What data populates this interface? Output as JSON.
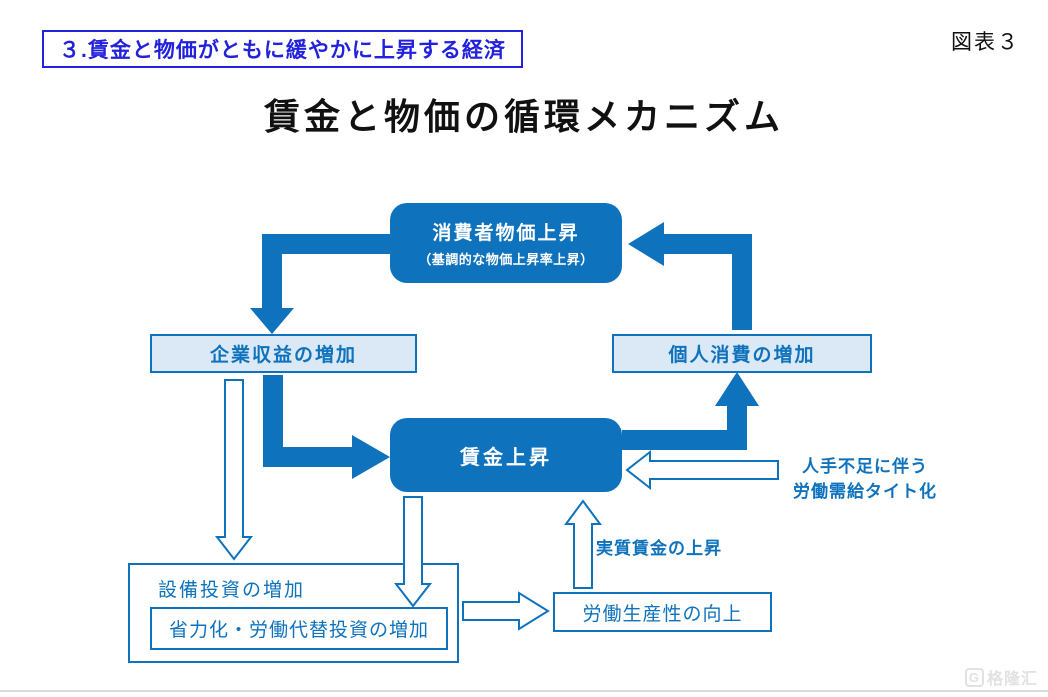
{
  "page": {
    "section_label": "３.賃金と物価がともに緩やかに上昇する経済",
    "figure_label": "図表３",
    "title": "賃金と物価の循環メカニズム",
    "watermark_logo": "G",
    "watermark": "格隆汇"
  },
  "nodes": {
    "consumer_price": {
      "line1": "消費者物価上昇",
      "line2": "（基調的な物価上昇率上昇）"
    },
    "corporate_profit": {
      "label": "企業収益の増加"
    },
    "personal_consumption": {
      "label": "個人消費の増加"
    },
    "wage_rise": {
      "label": "賃金上昇"
    },
    "capex": {
      "label": "設備投資の増加"
    },
    "labor_saving_investment": {
      "label": "省力化・労働代替投資の増加"
    },
    "labor_productivity": {
      "label": "労働生産性の向上"
    }
  },
  "annotations": {
    "labor_shortage": {
      "line1": "人手不足に伴う",
      "line2": "労働需給タイト化"
    },
    "real_wage_rise": "実質賃金の上昇"
  },
  "colors": {
    "primary_blue": "#0E72BC",
    "light_blue_fill": "#DBE8F5",
    "section_label_blue": "#2222DD",
    "title_black": "#111111",
    "watermark_gray": "#E2E2E2"
  }
}
